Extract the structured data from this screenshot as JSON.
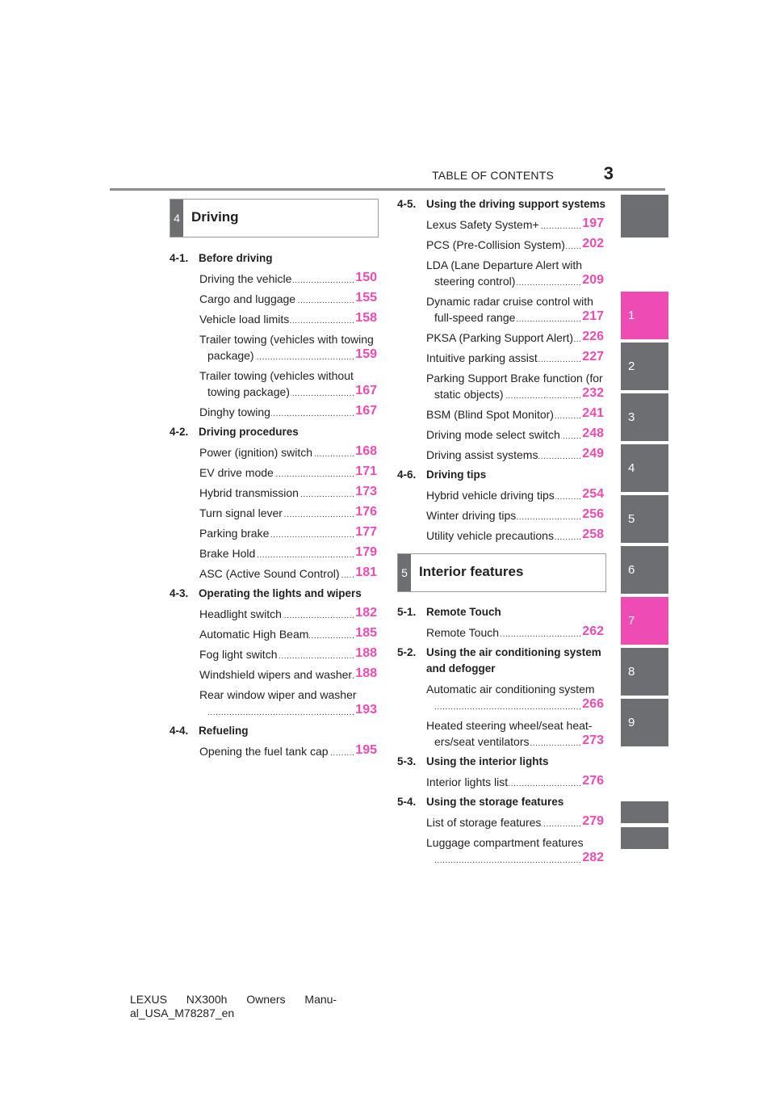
{
  "header": {
    "title": "TABLE OF CONTENTS",
    "page_number": "3"
  },
  "tabs": [
    "1",
    "2",
    "3",
    "4",
    "5",
    "6",
    "7",
    "8",
    "9"
  ],
  "left": {
    "section": {
      "number": "4",
      "title": "Driving"
    },
    "groups": [
      {
        "num": "4-1.",
        "title": "Before driving",
        "entries": [
          {
            "label": "Driving the vehicle",
            "page": "150"
          },
          {
            "label": "Cargo and luggage",
            "page": "155"
          },
          {
            "label": "Vehicle load limits",
            "page": "158"
          },
          {
            "label": "Trailer towing (vehicles with towing",
            "cont": "package)",
            "page": "159"
          },
          {
            "label": "Trailer towing (vehicles without",
            "cont": "towing package)",
            "page": "167"
          },
          {
            "label": "Dinghy towing",
            "page": "167"
          }
        ]
      },
      {
        "num": "4-2.",
        "title": "Driving procedures",
        "entries": [
          {
            "label": "Power (ignition) switch",
            "page": "168"
          },
          {
            "label": "EV drive mode",
            "page": "171"
          },
          {
            "label": "Hybrid transmission",
            "page": "173"
          },
          {
            "label": "Turn signal lever",
            "page": "176"
          },
          {
            "label": "Parking brake",
            "page": "177"
          },
          {
            "label": "Brake Hold",
            "page": "179"
          },
          {
            "label": "ASC (Active Sound Control)",
            "page": "181"
          }
        ]
      },
      {
        "num": "4-3.",
        "title": "Operating the lights and wipers",
        "entries": [
          {
            "label": "Headlight switch",
            "page": "182"
          },
          {
            "label": "Automatic High Beam",
            "page": "185"
          },
          {
            "label": "Fog light switch",
            "page": "188"
          },
          {
            "label": "Windshield wipers and washer",
            "page": "188"
          },
          {
            "label": "Rear window wiper and washer",
            "cont": "",
            "page": "193"
          }
        ]
      },
      {
        "num": "4-4.",
        "title": "Refueling",
        "entries": [
          {
            "label": "Opening the fuel tank cap",
            "page": "195"
          }
        ]
      }
    ]
  },
  "right": {
    "groups_a": [
      {
        "num": "4-5.",
        "title": "Using the driving support systems",
        "entries": [
          {
            "label": "Lexus Safety System+",
            "page": "197"
          },
          {
            "label": "PCS (Pre-Collision System)",
            "page": "202"
          },
          {
            "label": "LDA (Lane Departure Alert with",
            "cont": "steering control)",
            "page": "209"
          },
          {
            "label": "Dynamic radar cruise control with",
            "cont": "full-speed range",
            "page": "217"
          },
          {
            "label": "PKSA (Parking Support Alert)",
            "page": "226"
          },
          {
            "label": "Intuitive parking assist",
            "page": "227"
          },
          {
            "label": "Parking Support Brake function (for",
            "cont": "static objects)",
            "page": "232"
          },
          {
            "label": "BSM (Blind Spot Monitor)",
            "page": "241"
          },
          {
            "label": "Driving mode select switch",
            "page": "248"
          },
          {
            "label": "Driving assist systems",
            "page": "249"
          }
        ]
      },
      {
        "num": "4-6.",
        "title": "Driving tips",
        "entries": [
          {
            "label": "Hybrid vehicle driving tips",
            "page": "254"
          },
          {
            "label": "Winter driving tips",
            "page": "256"
          },
          {
            "label": "Utility vehicle precautions",
            "page": "258"
          }
        ]
      }
    ],
    "section": {
      "number": "5",
      "title": "Interior features"
    },
    "groups_b": [
      {
        "num": "5-1.",
        "title": "Remote Touch",
        "entries": [
          {
            "label": "Remote Touch",
            "page": "262"
          }
        ]
      },
      {
        "num": "5-2.",
        "title": "Using the air conditioning system",
        "title2": "and defogger",
        "entries": [
          {
            "label": "Automatic air conditioning system",
            "cont": "",
            "page": "266"
          },
          {
            "label": "Heated steering wheel/seat heat-",
            "cont": "ers/seat ventilators",
            "page": "273"
          }
        ]
      },
      {
        "num": "5-3.",
        "title": "Using the interior lights",
        "entries": [
          {
            "label": "Interior lights list",
            "page": "276"
          }
        ]
      },
      {
        "num": "5-4.",
        "title": "Using the storage features",
        "entries": [
          {
            "label": "List of storage features",
            "page": "279"
          },
          {
            "label": "Luggage compartment features",
            "cont": "",
            "page": "282"
          }
        ]
      }
    ]
  },
  "footer": {
    "line1": "LEXUS NX300h Owners Manu-",
    "line2": "al_USA_M78287_en"
  }
}
